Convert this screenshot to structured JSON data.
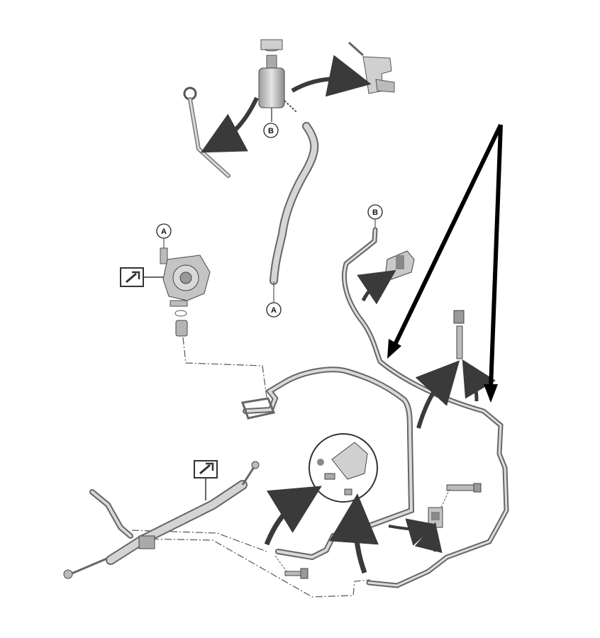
{
  "diagram": {
    "callouts": [
      {
        "id": "B-reservoir",
        "text": "B"
      },
      {
        "id": "A-pump",
        "text": "A"
      },
      {
        "id": "A-hose-end",
        "text": "A"
      },
      {
        "id": "B-return-start",
        "text": "B"
      }
    ],
    "colors": {
      "part_fill": "#d4d4d4",
      "part_dark": "#8a8a8a",
      "line": "#444444",
      "arrow": "#3a3a3a",
      "pointer": "#000000",
      "background": "#ffffff"
    },
    "icons": [
      "lubricate-symbol-icon",
      "lubricate-symbol-icon"
    ]
  }
}
